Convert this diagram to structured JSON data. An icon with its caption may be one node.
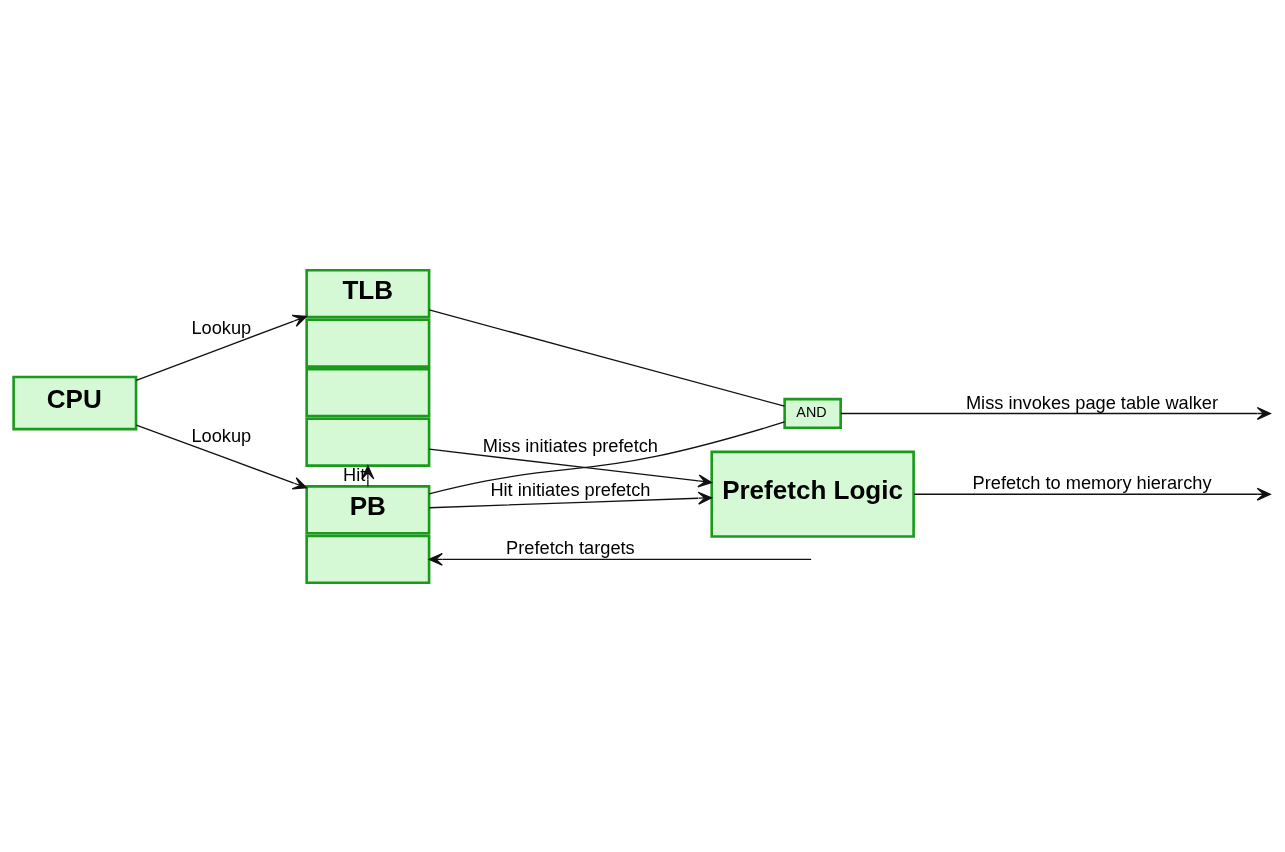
{
  "diagram": {
    "nodes": [
      {
        "text": [
          "CPU"
        ]
      },
      {
        "text": [
          "TLB"
        ]
      },
      {
        "text": [],
        "shape": "box"
      },
      {
        "text": [],
        "shape": "box"
      },
      {
        "text": [],
        "shape": "box"
      },
      {
        "text": [
          "AND"
        ]
      },
      {
        "text": [
          "Prefetch Logic"
        ]
      },
      {
        "text": [
          "PB"
        ]
      },
      {
        "text": [],
        "shape": "box"
      }
    ],
    "edges": [
      {
        "from": 0,
        "to": 1,
        "arrow": "to",
        "label": "Lookup"
      },
      {
        "from": 0,
        "to": 7,
        "arrow": "to",
        "label": "Lookup"
      },
      {
        "from": 1,
        "to": 5,
        "arrow": "none"
      },
      {
        "from": 7,
        "to": 5,
        "arrow": "none"
      },
      {
        "from": 5,
        "to": null,
        "arrow": "to",
        "label": "Miss invokes page table walker"
      },
      {
        "from": 4,
        "to": 6,
        "arrow": "to",
        "label": "Miss initiates prefetch"
      },
      {
        "from": 7,
        "to": 4,
        "arrow": "to",
        "label": "Hit"
      },
      {
        "from": 7,
        "to": 6,
        "arrow": "to",
        "label": "Hit initiates prefetch"
      },
      {
        "from": 6,
        "to": null,
        "arrow": "to",
        "label": "Prefetch to memory hierarchy"
      },
      {
        "from": null,
        "to": 8,
        "arrow": "to",
        "label": "Prefetch targets"
      }
    ]
  }
}
